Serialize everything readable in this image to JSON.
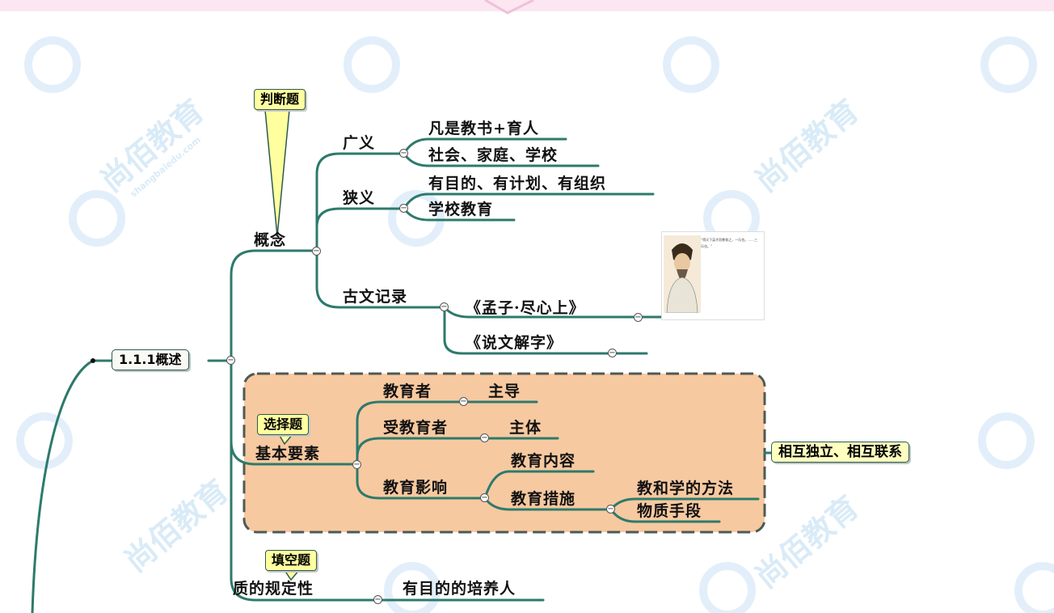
{
  "root": {
    "label": "1.1.1概述"
  },
  "concept": {
    "label": "概念",
    "callout": "判断题",
    "broad": {
      "label": "广义",
      "items": [
        "凡是教书+育人",
        "社会、家庭、学校"
      ]
    },
    "narrow": {
      "label": "狭义",
      "items": [
        "有目的、有计划、有组织",
        "学校教育"
      ]
    },
    "ancient": {
      "label": "古文记录",
      "items": [
        "《孟子·尽心上》",
        "《说文解字》"
      ],
      "quote": "“得天下英才而教育之，一乐也。……三乐也。”"
    }
  },
  "elements": {
    "label": "基本要素",
    "callout": "选择题",
    "summary": "相互独立、相互联系",
    "educator": {
      "label": "教育者",
      "role": "主导"
    },
    "educatee": {
      "label": "受教育者",
      "role": "主体"
    },
    "influence": {
      "label": "教育影响",
      "content": "教育内容",
      "measures": {
        "label": "教育措施",
        "items": [
          "教和学的方法",
          "物质手段"
        ]
      }
    }
  },
  "nature": {
    "label": "质的规定性",
    "callout": "填空题",
    "item": "有目的的培养人"
  },
  "watermark": {
    "text": "shangbaiedu.com",
    "brand": "尚佰教育"
  },
  "colors": {
    "branch": "#2d7a6c",
    "root_box": "#fafaf5",
    "callout": "#ffff9f",
    "group_fill": "#f7c9a0",
    "group_border": "#4d5a55",
    "summary_box": "#ffffc0"
  }
}
